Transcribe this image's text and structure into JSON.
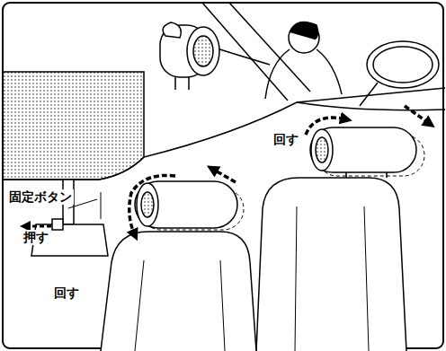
{
  "diagram": {
    "labels": [
      "固定ボタン",
      "押す",
      "回す",
      "回す"
    ]
  }
}
